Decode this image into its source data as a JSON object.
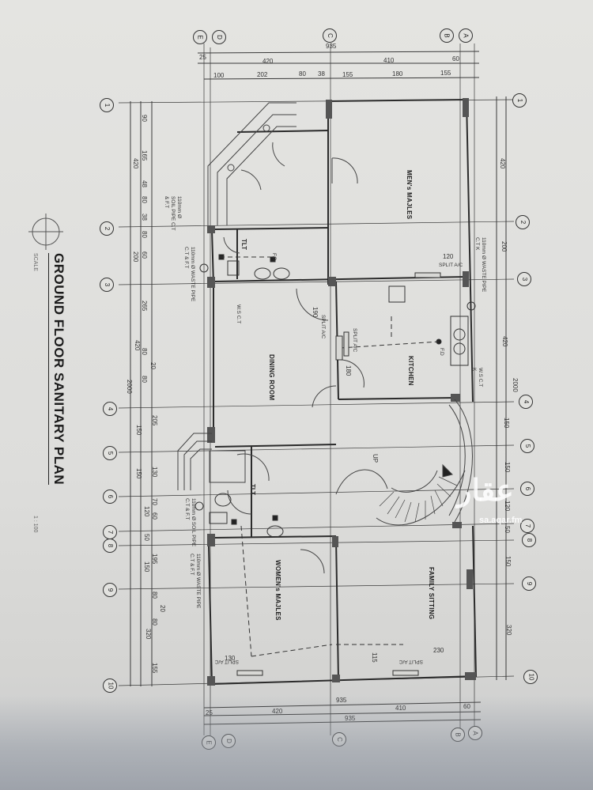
{
  "drawing": {
    "title": "GROUND FLOOR SANITARY PLAN",
    "scale_label": "SCALE",
    "scale_value": "1 : 100"
  },
  "grid": {
    "columns": [
      "A",
      "B",
      "C",
      "D",
      "E"
    ],
    "rows": [
      "1",
      "2",
      "3",
      "4",
      "5",
      "6",
      "7",
      "8",
      "9",
      "10"
    ]
  },
  "rooms": [
    {
      "name": "MEN's MAJLES"
    },
    {
      "name": "KITCHEN"
    },
    {
      "name": "DINING ROOM"
    },
    {
      "name": "WOMEN's MAJLES"
    },
    {
      "name": "FAMILY SITTING"
    }
  ],
  "fixtures": {
    "toilet_top": "TLT",
    "toilet_bottom": "TLT",
    "floor_drain": "F.D",
    "floor_drain_kitchen": "F.D",
    "split_ac": "SPLIT A/C",
    "ws_ct": "W.S C.T",
    "stair_up": "UP"
  },
  "pipe_notes": {
    "left_top_soil": "110mm Ø SOIL PIPE C.T & F.T",
    "left_top_waste": "110mm Ø WASTE PIPE C.T & F.T",
    "right_waste": "110mm Ø WASTE PIPE C.T K",
    "left_bottom_soil": "110mm Ø SOIL PIPE C.T & F.T",
    "left_bottom_waste": "110mm Ø WASTE PIPE C.T & F.T",
    "ws_kitchen": "W.S C.T K"
  },
  "dimensions": {
    "top": {
      "overall": "935",
      "row2": [
        "25",
        "420",
        "410",
        "60"
      ],
      "row3": [
        "100",
        "202",
        "80",
        "38",
        "155",
        "180",
        "155"
      ]
    },
    "bottom": {
      "overall": "935",
      "row2": [
        "25",
        "420",
        "410",
        "60"
      ],
      "overall2": "935"
    },
    "left": {
      "overall": "2000",
      "grid": [
        "420",
        "200",
        "420",
        "150",
        "150",
        "120",
        "50",
        "150",
        "320"
      ],
      "detail": [
        "90",
        "165",
        "48",
        "80",
        "38",
        "80",
        "60",
        "265",
        "80",
        "20",
        "80",
        "205",
        "130",
        "70",
        "60",
        "195",
        "80",
        "20",
        "80",
        "155"
      ]
    },
    "right": {
      "overall": "2000",
      "grid": [
        "420",
        "200",
        "420",
        "150",
        "150",
        "120",
        "50",
        "150",
        "320"
      ]
    },
    "interior": {
      "men_ac_offset": "120",
      "dining_door": "190",
      "kitchen_door": "180",
      "women_ac_offset": "130",
      "family_ac_offset": "230",
      "family_ac_depth": "115"
    }
  },
  "watermark": {
    "text": "عقار",
    "url": "sa.aqar.fm"
  }
}
